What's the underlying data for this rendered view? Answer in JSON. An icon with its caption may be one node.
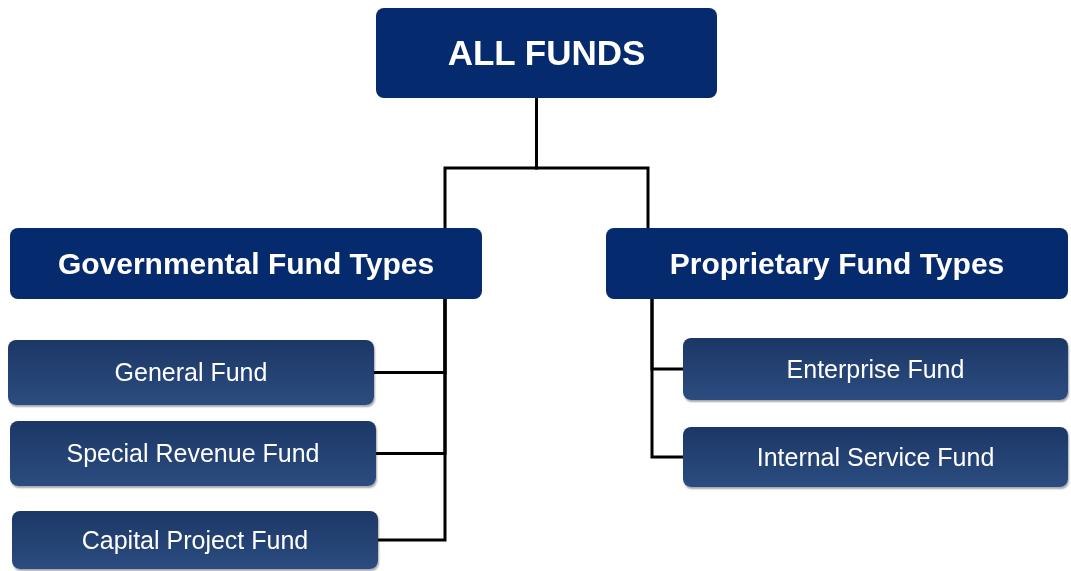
{
  "diagram": {
    "nodes": [
      {
        "text": [
          "ALL FUNDS"
        ]
      },
      {
        "text": [
          "Governmental Fund Types"
        ]
      },
      {
        "text": [
          "Proprietary Fund Types"
        ]
      },
      {
        "text": [
          "General Fund"
        ]
      },
      {
        "text": [
          "Special Revenue Fund"
        ]
      },
      {
        "text": [
          "Capital Project Fund"
        ]
      },
      {
        "text": [
          "Enterprise Fund"
        ]
      },
      {
        "text": [
          "Internal Service Fund"
        ]
      }
    ],
    "edges": [
      {
        "from": 0,
        "to": 1,
        "arrow": "none"
      },
      {
        "from": 0,
        "to": 2,
        "arrow": "none"
      },
      {
        "from": 1,
        "to": 3,
        "arrow": "none"
      },
      {
        "from": 1,
        "to": 4,
        "arrow": "none"
      },
      {
        "from": 1,
        "to": 5,
        "arrow": "none"
      },
      {
        "from": 2,
        "to": 6,
        "arrow": "none"
      },
      {
        "from": 2,
        "to": 7,
        "arrow": "none"
      }
    ]
  }
}
